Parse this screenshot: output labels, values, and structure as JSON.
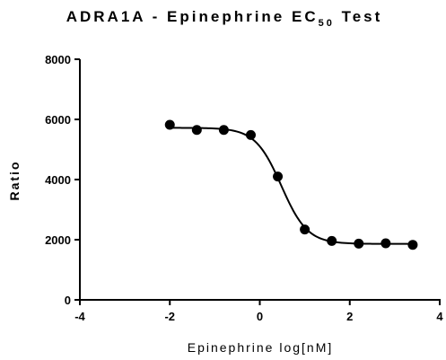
{
  "chart_data": {
    "type": "scatter",
    "title": "ADRA1A - Epinephrine EC",
    "title_subscript": "50",
    "title_suffix": " Test",
    "xlabel": "Epinephrine log[nM]",
    "ylabel": "Ratio",
    "xlim": [
      -4,
      4
    ],
    "ylim": [
      0,
      8000
    ],
    "x_ticks": [
      -4,
      -2,
      0,
      2,
      4
    ],
    "y_ticks": [
      0,
      2000,
      4000,
      6000,
      8000
    ],
    "x_tick_labels": [
      "-4",
      "-2",
      "0",
      "2",
      "4"
    ],
    "y_tick_labels": [
      "0",
      "2000",
      "4000",
      "6000",
      "8000"
    ],
    "grid": false,
    "series": [
      {
        "points": [
          {
            "x": -2.0,
            "y": 5820
          },
          {
            "x": -1.4,
            "y": 5650
          },
          {
            "x": -0.8,
            "y": 5650
          },
          {
            "x": -0.2,
            "y": 5480
          },
          {
            "x": 0.4,
            "y": 4100
          },
          {
            "x": 1.0,
            "y": 2340
          },
          {
            "x": 1.6,
            "y": 1960
          },
          {
            "x": 2.2,
            "y": 1870
          },
          {
            "x": 2.8,
            "y": 1880
          },
          {
            "x": 3.4,
            "y": 1830
          }
        ],
        "fit": {
          "model": "sigmoid",
          "top": 5720,
          "bottom": 1860,
          "logEC50": 0.48,
          "hill": -1.5
        },
        "color": "#000000"
      }
    ]
  }
}
